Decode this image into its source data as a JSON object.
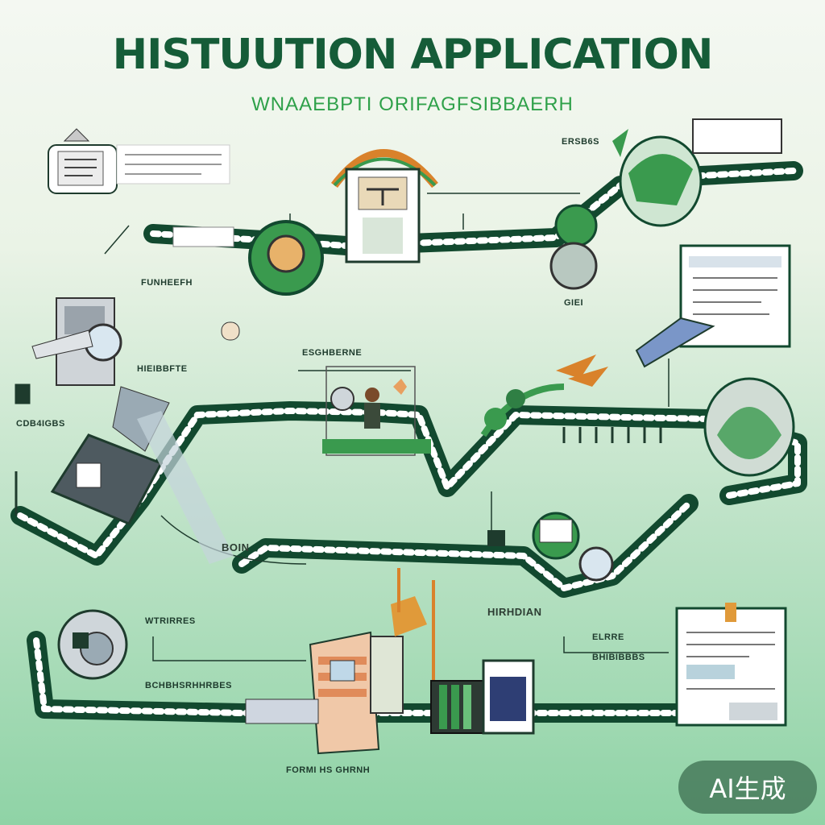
{
  "header": {
    "title": "HISTUUTION APPLICATION",
    "subtitle": "WNAAEBPTI ORIFAGFSIBBAERH"
  },
  "labels": {
    "l1": "ERSB6S",
    "l2": "FUNHEEFH",
    "l3": "GIEI",
    "l4": "ESGHBERNE",
    "l5": "CDB4IGBS",
    "l6": "HIEIBBFTE",
    "l7": "BOIN",
    "l8": "HIRHDIAN",
    "l9": "ELRRE",
    "l10": "FORMI HS GHRNH",
    "l11": "WTRIRRES",
    "l12": "BHIBIBBBS",
    "l13": "BCHBHSRHHRBES"
  },
  "badge": {
    "text": "AI生成"
  },
  "colors": {
    "track": "#12492f",
    "accent_green": "#3a9a4e",
    "accent_orange": "#d9822b",
    "title": "#155c38"
  }
}
